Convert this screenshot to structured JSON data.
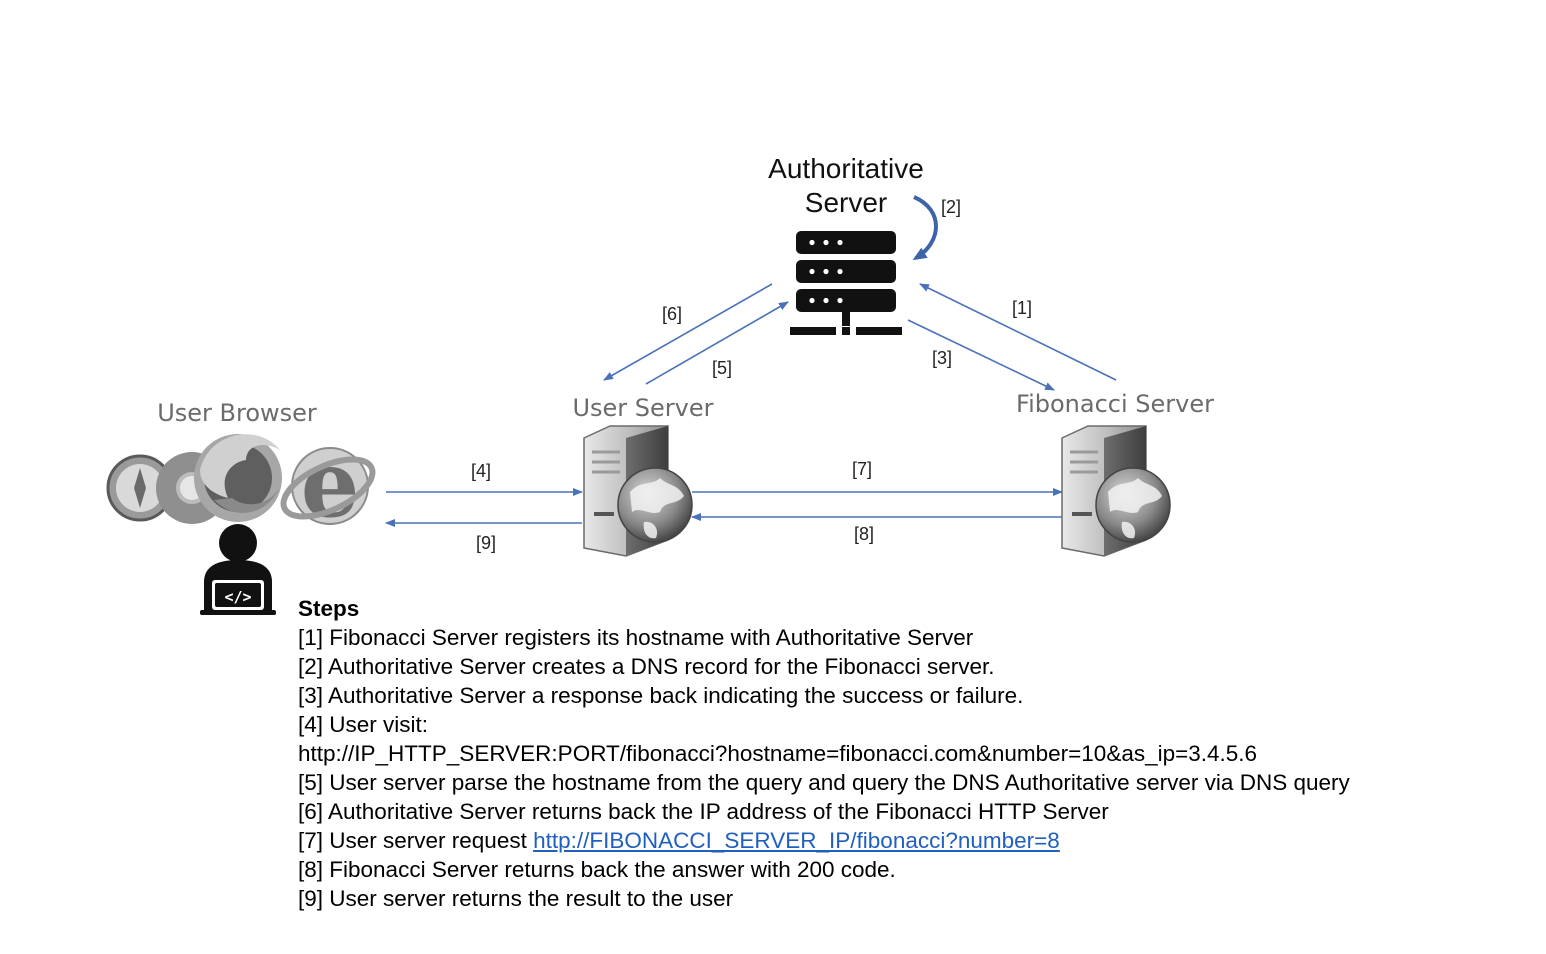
{
  "nodes": {
    "authoritative_line1": "Authoritative",
    "authoritative_line2": "Server",
    "user_browser": "User Browser",
    "user_server": "User Server",
    "fibonacci_server": "Fibonacci Server"
  },
  "arrows": {
    "a1": "[1]",
    "a2": "[2]",
    "a3": "[3]",
    "a4": "[4]",
    "a5": "[5]",
    "a6": "[6]",
    "a7": "[7]",
    "a8": "[8]",
    "a9": "[9]"
  },
  "icons": {
    "browser_logos": "browser-logos-icon",
    "developer": "developer-laptop-icon",
    "dns_server": "server-rack-icon",
    "web_server": "web-server-globe-icon"
  },
  "colors": {
    "arrow": "#4a72b8",
    "link": "#1f5fbf",
    "label_gray": "#6b6b6b"
  },
  "steps": {
    "heading": "Steps",
    "s1": "[1] Fibonacci Server registers its hostname with Authoritative Server",
    "s2": "[2] Authoritative Server creates a DNS record for the Fibonacci server.",
    "s3": "[3] Authoritative Server a response back indicating  the success or failure.",
    "s4a": "[4] User visit:",
    "s4b": "http://IP_HTTP_SERVER:PORT/fibonacci?hostname=fibonacci.com&number=10&as_ip=3.4.5.6",
    "s5": "[5] User server parse the hostname from the query and query the DNS Authoritative server via DNS query",
    "s6": "[6] Authoritative Server returns back the IP address of the Fibonacci HTTP Server",
    "s7_prefix": "[7] User server request ",
    "s7_link": "http://FIBONACCI_SERVER_IP/fibonacci?number=8",
    "s8": "[8] Fibonacci Server returns back the answer with 200 code.",
    "s9": "[9] User server returns the result to the user"
  }
}
